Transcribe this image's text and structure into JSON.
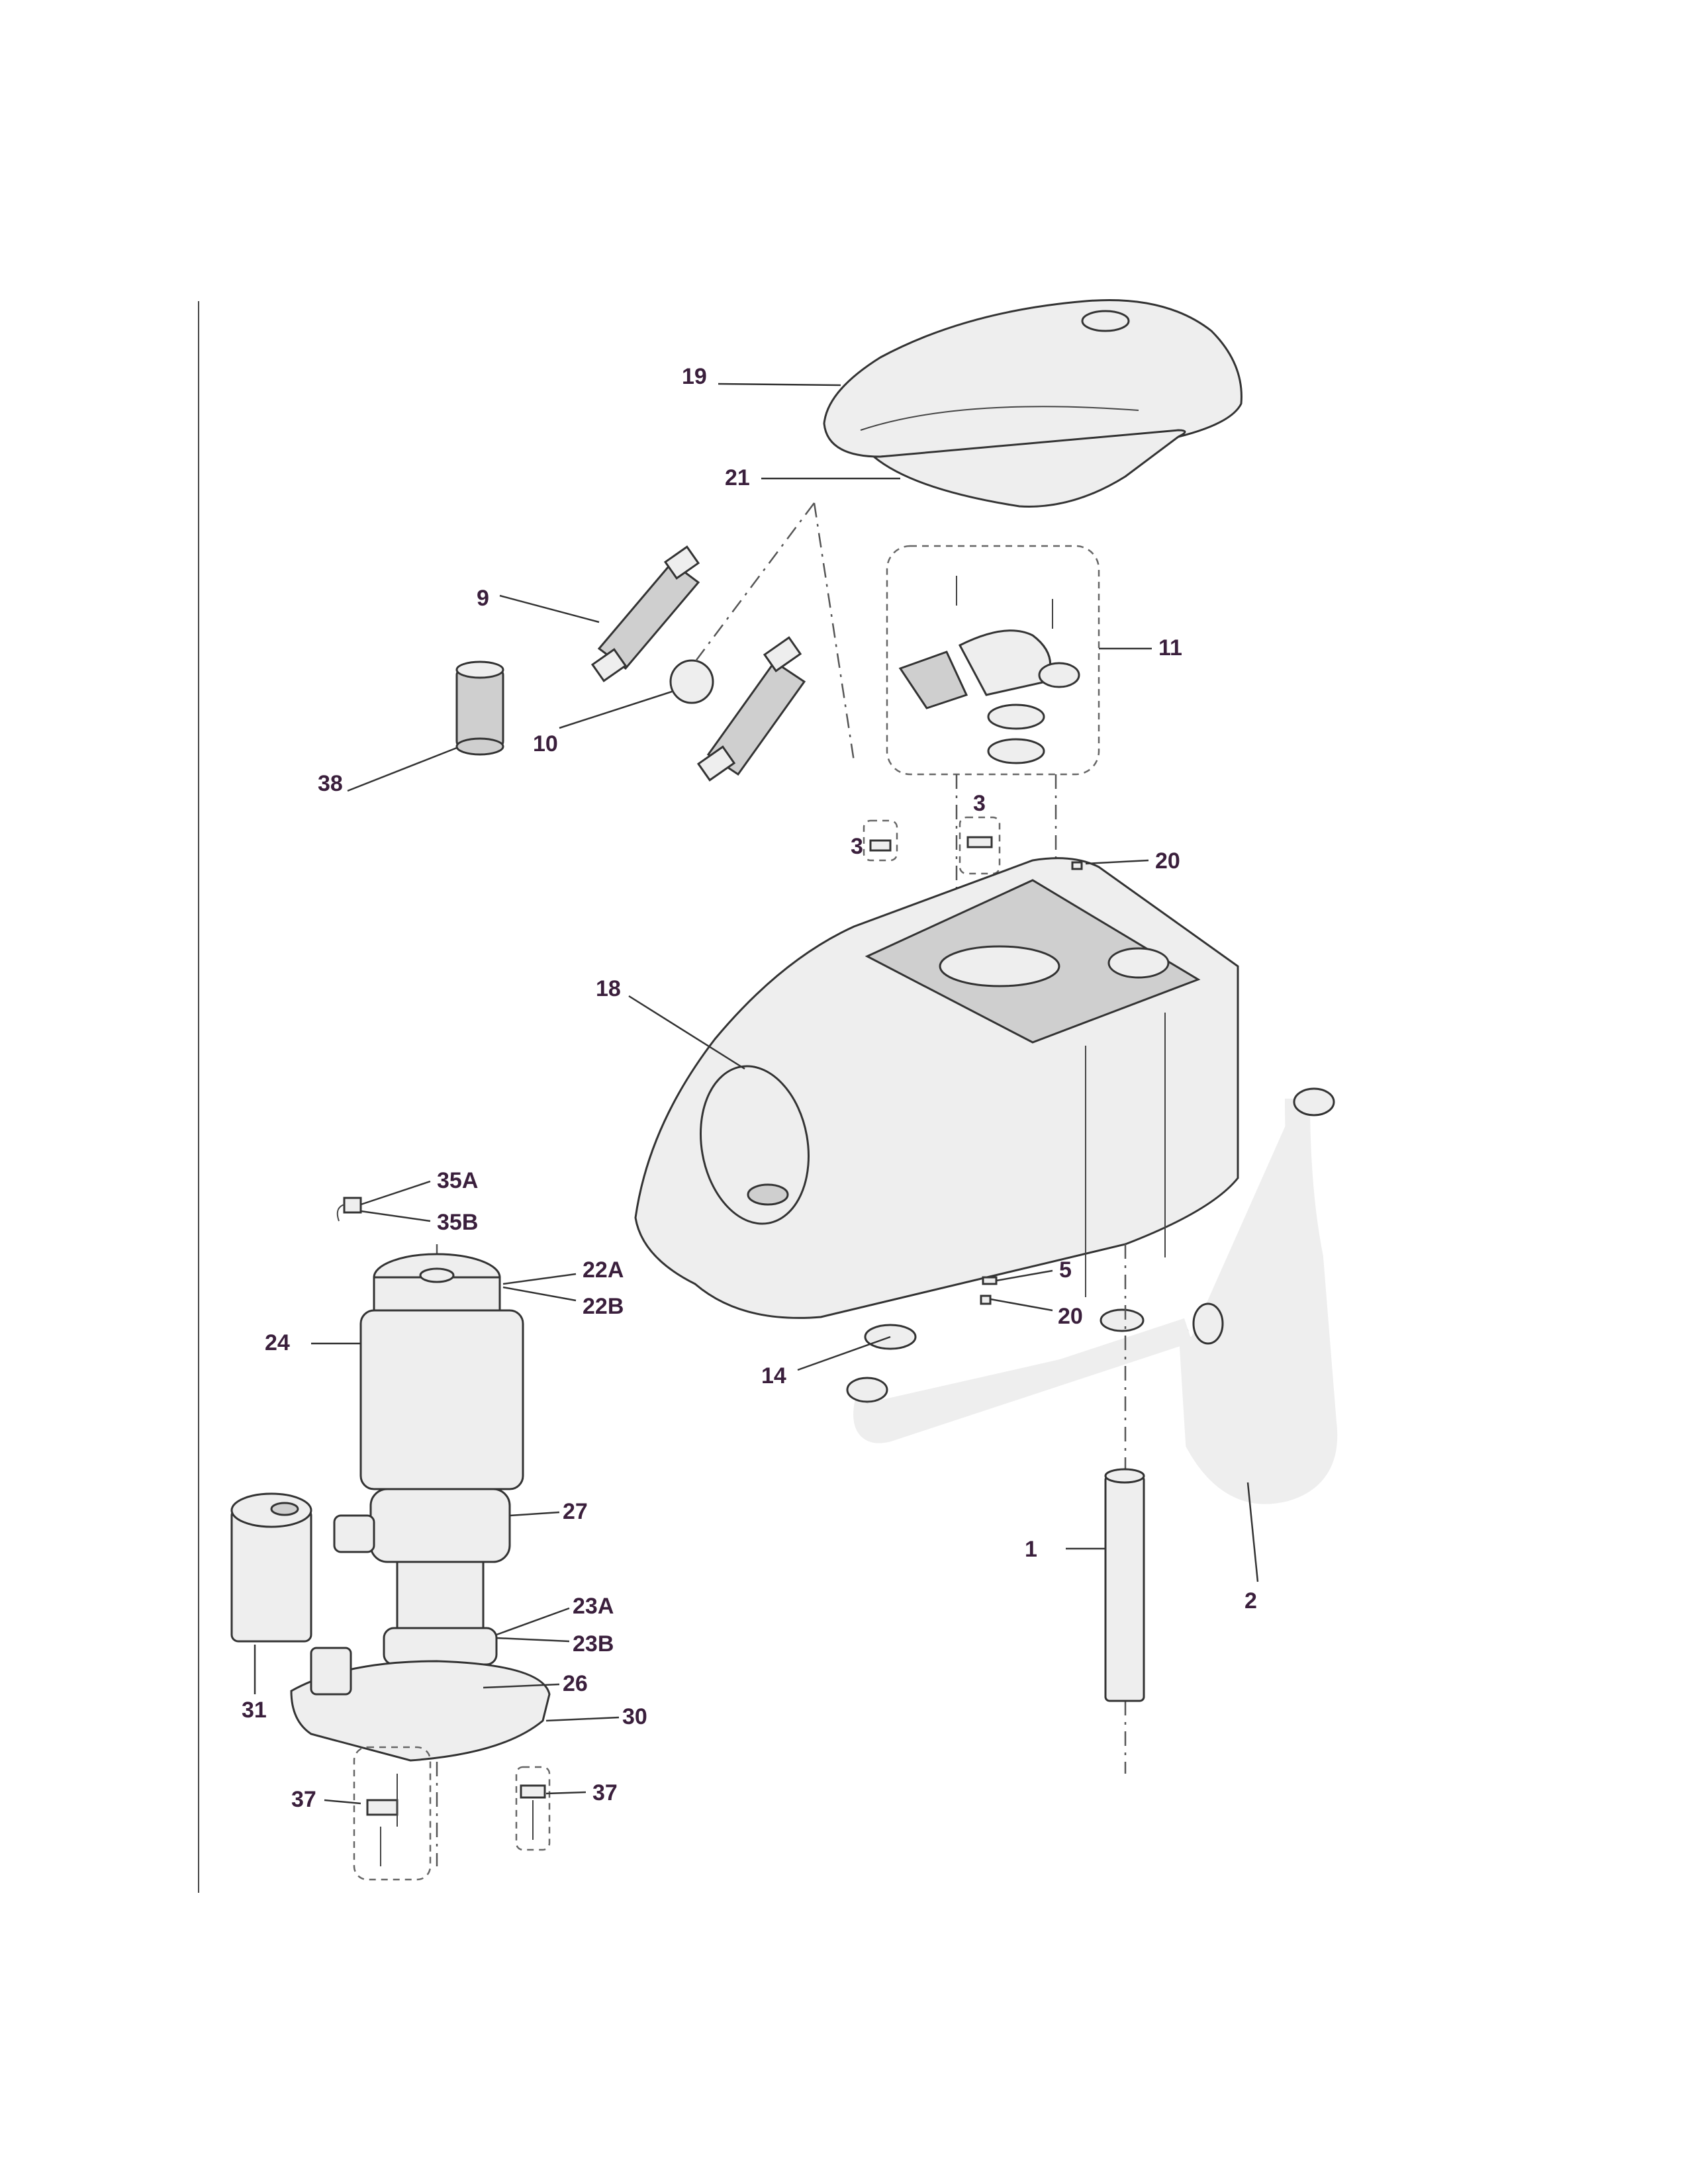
{
  "callouts": [
    {
      "id": "c19",
      "text": "19"
    },
    {
      "id": "c21",
      "text": "21"
    },
    {
      "id": "c9",
      "text": "9"
    },
    {
      "id": "c11",
      "text": "11"
    },
    {
      "id": "c10",
      "text": "10"
    },
    {
      "id": "c38",
      "text": "38"
    },
    {
      "id": "c3a",
      "text": "3"
    },
    {
      "id": "c3b",
      "text": "3"
    },
    {
      "id": "c20a",
      "text": "20"
    },
    {
      "id": "c18",
      "text": "18"
    },
    {
      "id": "c35a",
      "text": "35A"
    },
    {
      "id": "c35b",
      "text": "35B"
    },
    {
      "id": "c22a",
      "text": "22A"
    },
    {
      "id": "c22b",
      "text": "22B"
    },
    {
      "id": "c24",
      "text": "24"
    },
    {
      "id": "c5",
      "text": "5"
    },
    {
      "id": "c20b",
      "text": "20"
    },
    {
      "id": "c14",
      "text": "14"
    },
    {
      "id": "c27",
      "text": "27"
    },
    {
      "id": "c1",
      "text": "1"
    },
    {
      "id": "c2",
      "text": "2"
    },
    {
      "id": "c23a",
      "text": "23A"
    },
    {
      "id": "c23b",
      "text": "23B"
    },
    {
      "id": "c26",
      "text": "26"
    },
    {
      "id": "c31",
      "text": "31"
    },
    {
      "id": "c30",
      "text": "30"
    },
    {
      "id": "c37a",
      "text": "37"
    },
    {
      "id": "c37b",
      "text": "37"
    }
  ]
}
